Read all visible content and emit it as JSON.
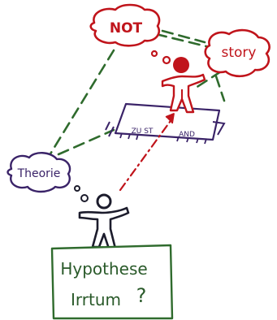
{
  "labels": {
    "not": "NOT",
    "story": "story",
    "zustand_left": "ZU ST",
    "zustand_right": "AND",
    "theorie": "Theorie",
    "hypothese": "Hypothese",
    "irrtum": "Irrtum",
    "question_mark": "?"
  },
  "colors": {
    "red": "#c0141b",
    "green": "#2f6b2d",
    "dark_green": "#2a5a2a",
    "purple": "#3a2368",
    "navy": "#1c1c2c",
    "cloud_stroke": "#c0141b"
  }
}
